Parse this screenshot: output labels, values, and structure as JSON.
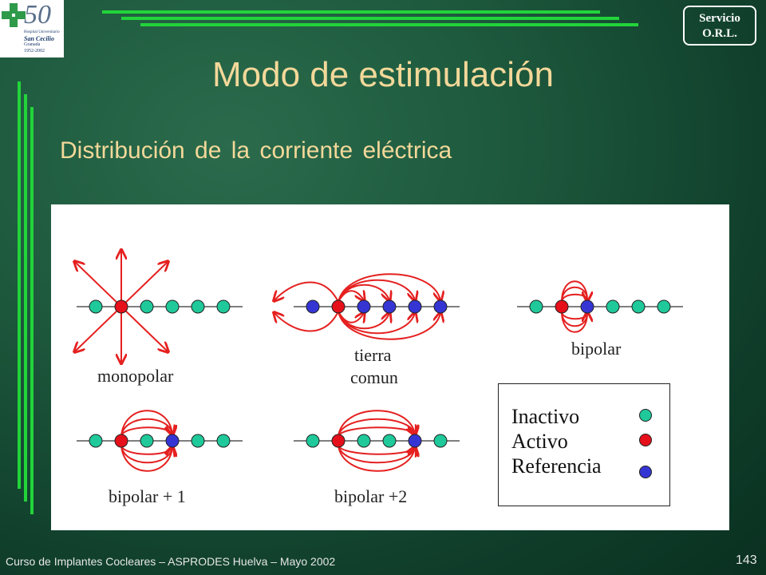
{
  "logo": {
    "anniversary": "50",
    "line1": "Hospital Universitario",
    "line2": "San Cecilio",
    "line3": "Granada",
    "line4": "1952-2002"
  },
  "badge": {
    "line1": "Servicio",
    "line2": "O.R.L."
  },
  "title": "Modo de estimulación",
  "subtitle": "Distribución de la corriente eléctrica",
  "diagrams": {
    "monopolar": "monopolar",
    "tierra_line1": "tierra",
    "tierra_line2": "comun",
    "bipolar": "bipolar",
    "bipolar1": "bipolar + 1",
    "bipolar2": "bipolar +2"
  },
  "legend": {
    "inactive": "Inactivo",
    "active": "Activo",
    "reference": "Referencia"
  },
  "colors": {
    "inactive": "#1fc99a",
    "active": "#e5101a",
    "reference": "#3535d4",
    "arrow": "#e52020",
    "accent": "#22d43a",
    "title": "#f3d899"
  },
  "footer": "Curso de Implantes Cocleares – ASPRODES Huelva – Mayo 2002",
  "slide_number": "143"
}
